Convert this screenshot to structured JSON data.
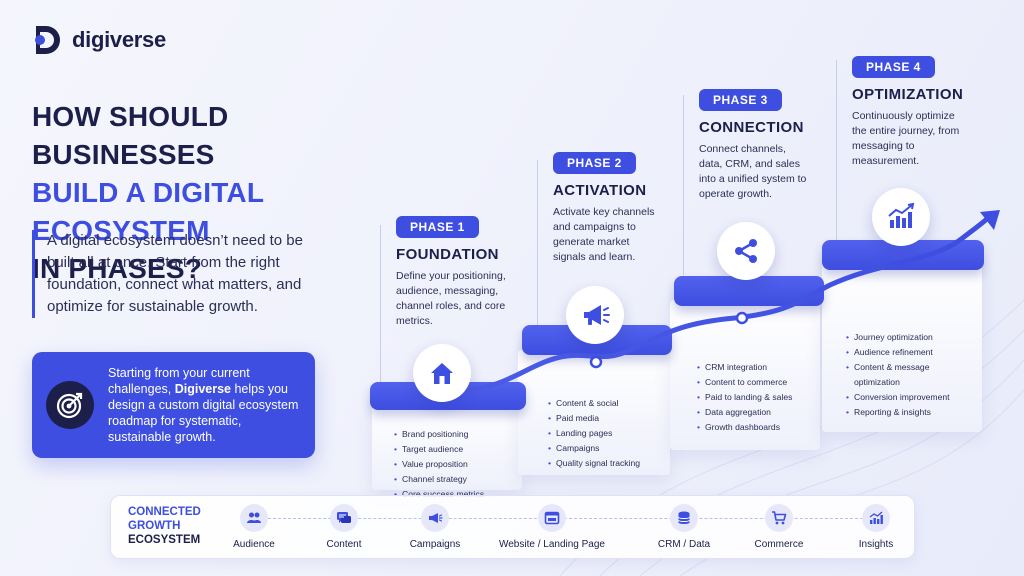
{
  "brand": {
    "name": "digiverse"
  },
  "headline": {
    "line1": "HOW SHOULD BUSINESSES",
    "line2": "BUILD A DIGITAL ECOSYSTEM",
    "line3": "IN PHASES?"
  },
  "intro": "A digital ecosystem doesn’t need to be built all at once. Start from the right foundation, connect what matters, and optimize for sustainable growth.",
  "cta": {
    "text_before": "Starting from your current challenges, ",
    "brand": "Digiverse",
    "text_after": " helps you design a custom digital ecosystem roadmap for systematic, sustainable growth.",
    "icon": "target-icon"
  },
  "phases": [
    {
      "badge": "PHASE 1",
      "title": "FOUNDATION",
      "description": "Define your positioning, audience, messaging, channel roles, and core metrics.",
      "icon": "home-icon",
      "bullets": [
        "Brand positioning",
        "Target audience",
        "Value proposition",
        "Channel strategy",
        "Core success metrics"
      ]
    },
    {
      "badge": "PHASE 2",
      "title": "ACTIVATION",
      "description": "Activate key channels and campaigns to generate market signals and learn.",
      "icon": "megaphone-icon",
      "bullets": [
        "Content & social",
        "Paid media",
        "Landing pages",
        "Campaigns",
        "Quality signal tracking"
      ]
    },
    {
      "badge": "PHASE 3",
      "title": "CONNECTION",
      "description": "Connect channels, data, CRM, and sales into a unified system to operate growth.",
      "icon": "share-icon",
      "bullets": [
        "CRM integration",
        "Content to commerce",
        "Paid to landing & sales",
        "Data aggregation",
        "Growth dashboards"
      ]
    },
    {
      "badge": "PHASE 4",
      "title": "OPTIMIZATION",
      "description": "Continuously optimize the entire journey, from messaging to measurement.",
      "icon": "chart-up-icon",
      "bullets": [
        "Journey optimization",
        "Audience refinement",
        "Content & message optimization",
        "Conversion improvement",
        "Reporting & insights"
      ]
    }
  ],
  "ecosystem": {
    "label1": "CONNECTED",
    "label2": "GROWTH",
    "label3": "ECOSYSTEM",
    "items": [
      {
        "label": "Audience",
        "icon": "users-icon"
      },
      {
        "label": "Content",
        "icon": "chat-icon"
      },
      {
        "label": "Campaigns",
        "icon": "megaphone-icon"
      },
      {
        "label": "Website / Landing Page",
        "icon": "browser-icon"
      },
      {
        "label": "CRM / Data",
        "icon": "database-icon"
      },
      {
        "label": "Commerce",
        "icon": "cart-icon"
      },
      {
        "label": "Insights",
        "icon": "chart-icon"
      }
    ]
  },
  "colors": {
    "accent": "#3d4ee0",
    "navy": "#1c1f4a",
    "background": "#f1f3fc"
  }
}
